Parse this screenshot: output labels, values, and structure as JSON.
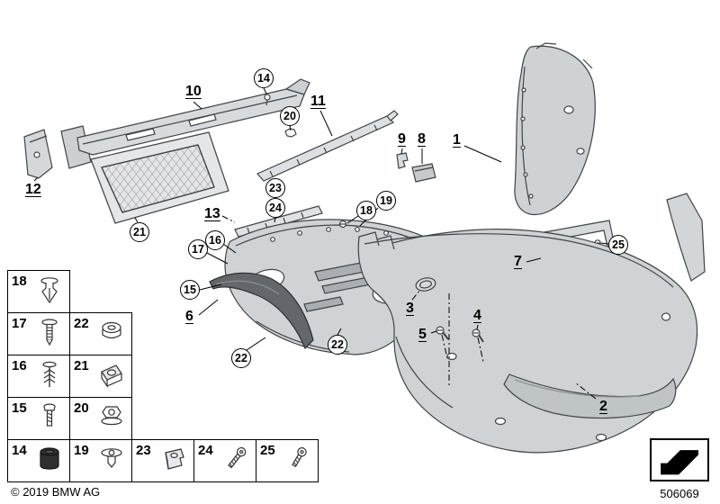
{
  "footer": {
    "copyright": "© 2019 BMW AG",
    "diagram_number": "506069"
  },
  "colors": {
    "line": "#3f4447",
    "part_fill": "#d3d7da",
    "dark_trim": "#63676b"
  },
  "callouts": {
    "item_1": "1",
    "item_2": "2",
    "item_3": "3",
    "item_4": "4",
    "item_5": "5",
    "item_6": "6",
    "item_7": "7",
    "item_8": "8",
    "item_9": "9",
    "item_10": "10",
    "item_11": "11",
    "item_12": "12",
    "item_13": "13",
    "item_14": "14",
    "item_15": "15",
    "item_16": "16",
    "item_17": "17",
    "item_18": "18",
    "item_19": "19",
    "item_20": "20",
    "item_21": "21",
    "item_22": "22",
    "item_23": "23",
    "item_24": "24",
    "item_25": "25"
  },
  "legend": {
    "rows": [
      {
        "cells": [
          {
            "label": "18",
            "icon": "expanding-rivet-icon"
          }
        ]
      },
      {
        "cells": [
          {
            "label": "17",
            "icon": "plastic-rivet-icon"
          },
          {
            "label": "22",
            "icon": "expanding-nut-icon"
          }
        ]
      },
      {
        "cells": [
          {
            "label": "16",
            "icon": "fir-tree-clip-icon"
          },
          {
            "label": "21",
            "icon": "cage-nut-icon"
          }
        ]
      },
      {
        "cells": [
          {
            "label": "15",
            "icon": "screw-icon"
          },
          {
            "label": "20",
            "icon": "flange-nut-icon"
          }
        ]
      },
      {
        "cells": [
          {
            "label": "14",
            "icon": "grommet-icon"
          },
          {
            "label": "19",
            "icon": "push-rivet-icon"
          },
          {
            "label": "23",
            "icon": "sheet-metal-nut-icon"
          },
          {
            "label": "24",
            "icon": "torx-screw-icon"
          },
          {
            "label": "25",
            "icon": "torx-screw-icon"
          }
        ]
      }
    ]
  }
}
